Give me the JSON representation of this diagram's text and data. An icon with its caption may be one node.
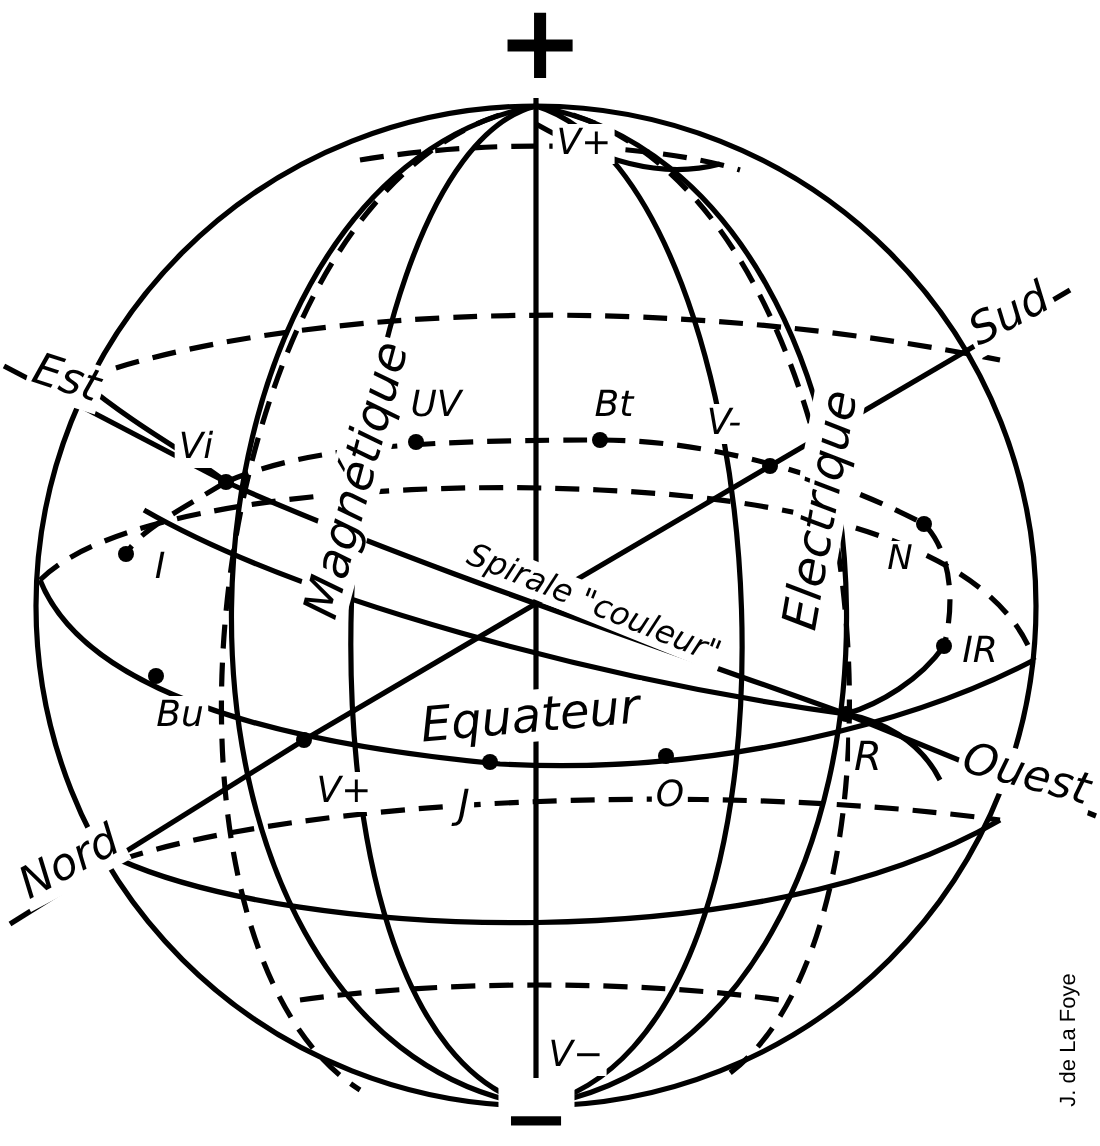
{
  "diagram": {
    "labels": [
      "+",
      "V+",
      "Sud",
      "Est",
      "UV",
      "Bt",
      "V-",
      "Vi",
      "Magnétique",
      "Electrique",
      "I",
      "N",
      "Spirale \"couleur\"",
      "IR",
      "Bu",
      "Equateur",
      "R",
      "Ouest",
      "Nord",
      "V+",
      "J",
      "O",
      "V−",
      "−",
      "J. de La Foye"
    ]
  }
}
